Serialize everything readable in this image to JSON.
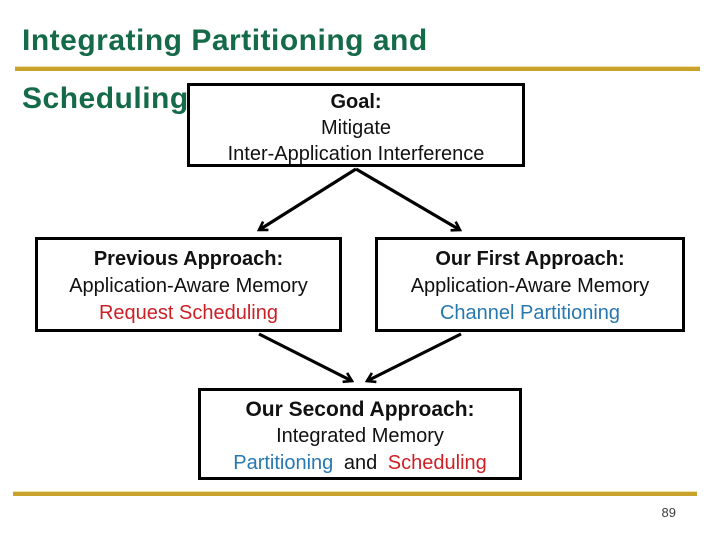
{
  "colors": {
    "title-green": "#156A4A",
    "gold": "#C9A22C",
    "red": "#CC2027",
    "blue": "#2878B0",
    "text-black": "#111111"
  },
  "title": {
    "line1": "Integrating Partitioning and",
    "line2": "Scheduling"
  },
  "goal_box": {
    "heading": "Goal:",
    "line1": "Mitigate",
    "line2": "Inter-Application Interference"
  },
  "previous_box": {
    "heading": "Previous Approach:",
    "line1": "Application-Aware Memory",
    "line2": "Request Scheduling"
  },
  "first_box": {
    "heading": "Our First Approach:",
    "line1": "Application-Aware Memory",
    "line2": "Channel Partitioning"
  },
  "second_box": {
    "heading": "Our Second Approach:",
    "line1": "Integrated Memory",
    "line2_blue": "Partitioning",
    "line2_mid": "and",
    "line2_red": "Scheduling"
  },
  "footer": {
    "page_number": "89"
  }
}
